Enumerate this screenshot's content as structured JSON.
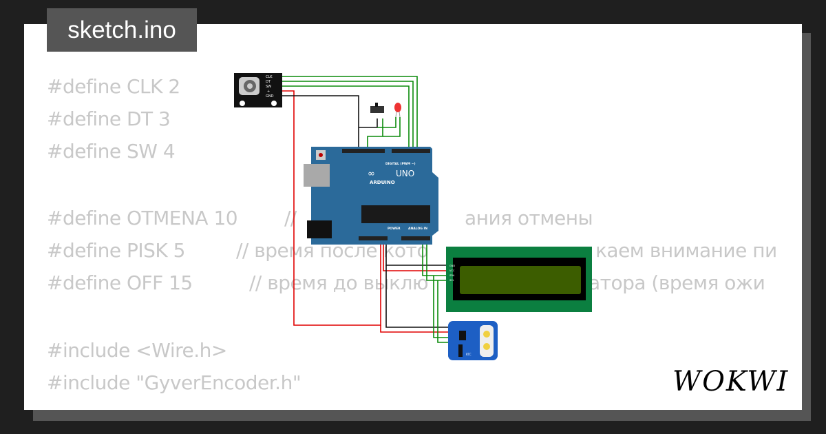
{
  "file_tab": {
    "label": "sketch.ino"
  },
  "code": {
    "lines": [
      "#define CLK 2",
      "#define DT 3",
      "#define SW 4",
      "",
      "#define OTMENA 10",
      "#define PISK 5",
      "#define OFF 15",
      "",
      "#include <Wire.h>",
      "#include \"GyverEncoder.h\""
    ],
    "comments": {
      "otmena_left": "//",
      "otmena_right": "ания отмены",
      "pisk_left": "// время после кото",
      "pisk_right": "каем внимание пи",
      "off_left": "// время до выклю",
      "off_right": "атора (время ожи"
    }
  },
  "circuit": {
    "encoder_pins": [
      "CLK",
      "DT",
      "SW",
      "+",
      "GND"
    ],
    "arduino": {
      "brand": "ARDUINO",
      "model": "UNO",
      "digital_label": "DIGITAL (PWM ~)",
      "power_label": "POWER",
      "analog_label": "ANALOG IN"
    },
    "lcd_pins": [
      "GND",
      "VCC",
      "SDA",
      "SCL"
    ],
    "rtc_label": "RTC",
    "colors": {
      "board_blue": "#2b6a9a",
      "lcd_green": "#0b7f40",
      "lcd_screen": "#3c5d00",
      "wire_green": "#0a8a0a",
      "wire_red": "#e00000",
      "wire_black": "#111111"
    }
  },
  "logo": {
    "text": "WOKWI"
  }
}
